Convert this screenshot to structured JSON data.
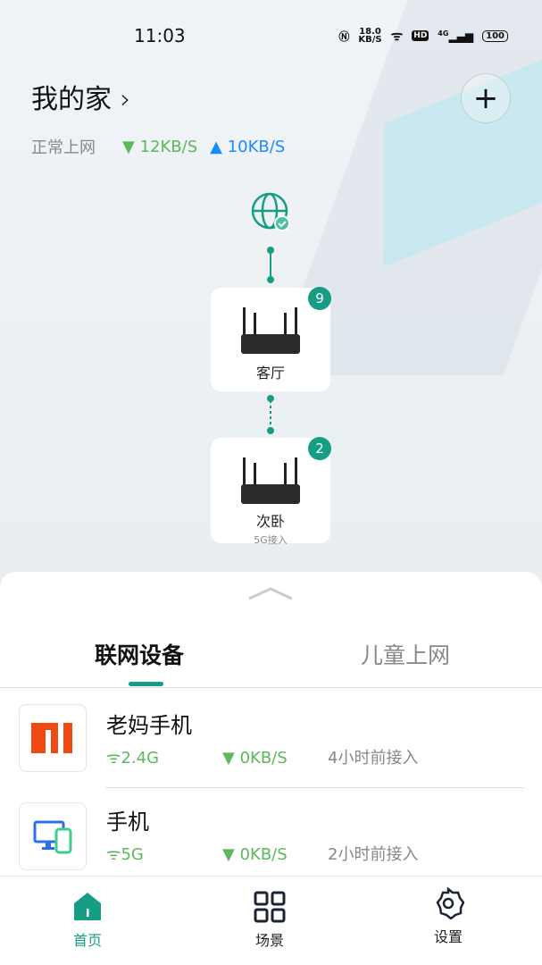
{
  "status_bar": {
    "time": "11:03",
    "net_speed": "18.0",
    "net_unit": "KB/S",
    "hd": "HD",
    "signal": "4G",
    "battery": "100"
  },
  "header": {
    "title": "我的家",
    "chevron": "›",
    "add_icon": "plus-icon"
  },
  "network": {
    "status": "正常上网",
    "download": "12KB/S",
    "upload": "10KB/S",
    "download_color": "#5cb85c",
    "upload_color": "#1a8cff"
  },
  "topology": {
    "nodes": [
      {
        "label": "客厅",
        "device_count": "9"
      },
      {
        "label": "次卧",
        "device_count": "2",
        "sub": "5G接入"
      }
    ]
  },
  "tabs": [
    {
      "label": "联网设备",
      "active": true
    },
    {
      "label": "儿童上网",
      "active": false
    }
  ],
  "devices": [
    {
      "name": "老妈手机",
      "band": "2.4G",
      "speed": "0KB/S",
      "time": "4小时前接入",
      "icon": "xiaomi-logo-icon"
    },
    {
      "name": "手机",
      "band": "5G",
      "speed": "0KB/S",
      "time": "2小时前接入",
      "icon": "devices-icon"
    }
  ],
  "nav": [
    {
      "label": "首页",
      "active": true
    },
    {
      "label": "场景"
    },
    {
      "label": "设置"
    }
  ],
  "accent": "#169e84"
}
